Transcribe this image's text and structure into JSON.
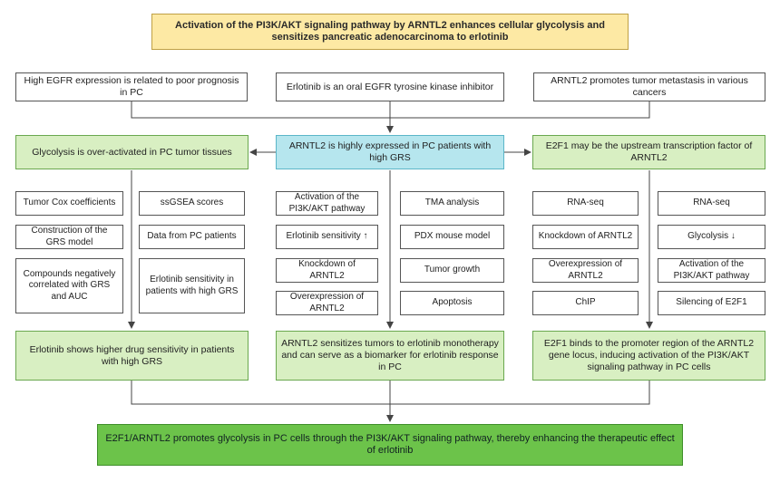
{
  "title": "Activation of the PI3K/AKT signaling pathway by ARNTL2 enhances cellular glycolysis and sensitizes pancreatic adenocarcinoma to erlotinib",
  "top_row": {
    "left": "High EGFR expression is related to poor prognosis in PC",
    "center": "Erlotinib is an oral EGFR tyrosine kinase inhibitor",
    "right": "ARNTL2 promotes tumor metastasis in various cancers"
  },
  "middle_row": {
    "left": "Glycolysis is over-activated in PC tumor tissues",
    "center": "ARNTL2 is highly expressed in PC patients with high GRS",
    "right": "E2F1 may be the upstream transcription factor of ARNTL2"
  },
  "left_group": {
    "col1": [
      "Tumor Cox coefficients",
      "Construction of the GRS model",
      "Compounds negatively correlated with GRS and AUC"
    ],
    "col2": [
      "ssGSEA scores",
      "Data from PC patients",
      "Erlotinib sensitivity in patients with high GRS"
    ]
  },
  "center_group": {
    "col1": [
      "Activation of the PI3K/AKT pathway",
      "Erlotinib sensitivity ↑",
      "Knockdown of ARNTL2",
      "Overexpression of ARNTL2"
    ],
    "col2": [
      "TMA analysis",
      "PDX mouse model",
      "Tumor growth",
      "Apoptosis"
    ]
  },
  "right_group": {
    "col1": [
      "RNA-seq",
      "Knockdown of ARNTL2",
      "Overexpression of ARNTL2",
      "ChIP"
    ],
    "col2": [
      "RNA-seq",
      "Glycolysis ↓",
      "Activation of the PI3K/AKT pathway",
      "Silencing of E2F1"
    ]
  },
  "conclusions": {
    "left": "Erlotinib shows higher drug sensitivity in patients with high GRS",
    "center": "ARNTL2 sensitizes tumors to erlotinib monotherapy and can serve as a biomarker for erlotinib response in PC",
    "right": "E2F1 binds to the promoter region of the ARNTL2 gene locus, inducing activation of the PI3K/AKT signaling pathway in PC cells"
  },
  "final": "E2F1/ARNTL2 promotes glycolysis in PC cells through the PI3K/AKT signaling pathway, thereby enhancing the therapeutic effect of erlotinib",
  "colors": {
    "title_fill": "#fde9a4",
    "green_fill": "#d8efc2",
    "cyan_fill": "#b6e6ee",
    "final_fill": "#6cc34a",
    "line": "#444444"
  }
}
